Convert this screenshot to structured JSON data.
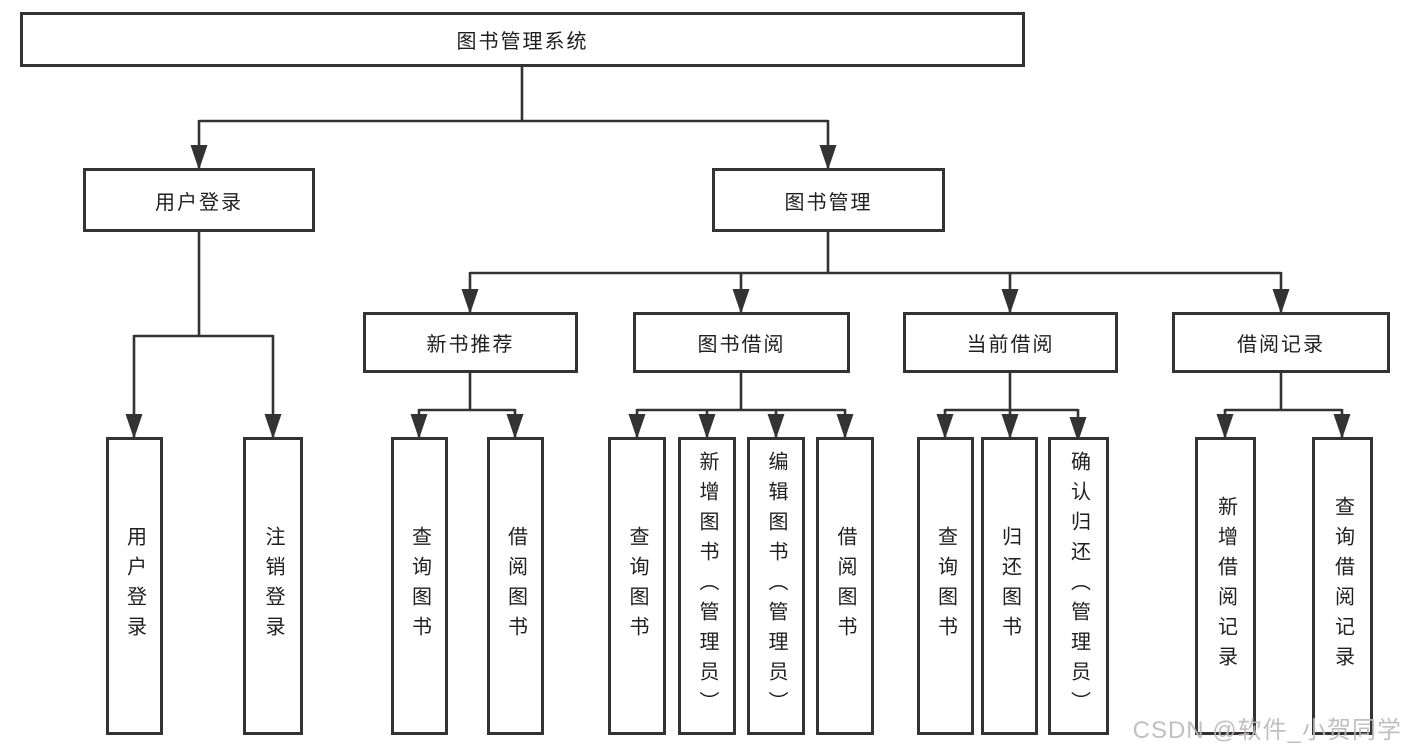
{
  "tree": {
    "root": "图书管理系统",
    "branches": [
      {
        "label": "用户登录",
        "children": [
          "用户登录",
          "注销登录"
        ]
      },
      {
        "label": "图书管理",
        "children": [
          {
            "label": "新书推荐",
            "children": [
              "查询图书",
              "借阅图书"
            ]
          },
          {
            "label": "图书借阅",
            "children": [
              "查询图书",
              "新增图书（管理员）",
              "编辑图书（管理员）",
              "借阅图书"
            ]
          },
          {
            "label": "当前借阅",
            "children": [
              "查询图书",
              "归还图书",
              "确认归还（管理员）"
            ]
          },
          {
            "label": "借阅记录",
            "children": [
              "新增借阅记录",
              "查询借阅记录"
            ]
          }
        ]
      }
    ]
  },
  "watermark": {
    "text": "CSDN @软件_小贺同学",
    "color": "#beb9b9"
  },
  "colors": {
    "line": "#333333",
    "box_border": "#333333",
    "text": "#1f1f1f",
    "background": "#ffffff"
  }
}
